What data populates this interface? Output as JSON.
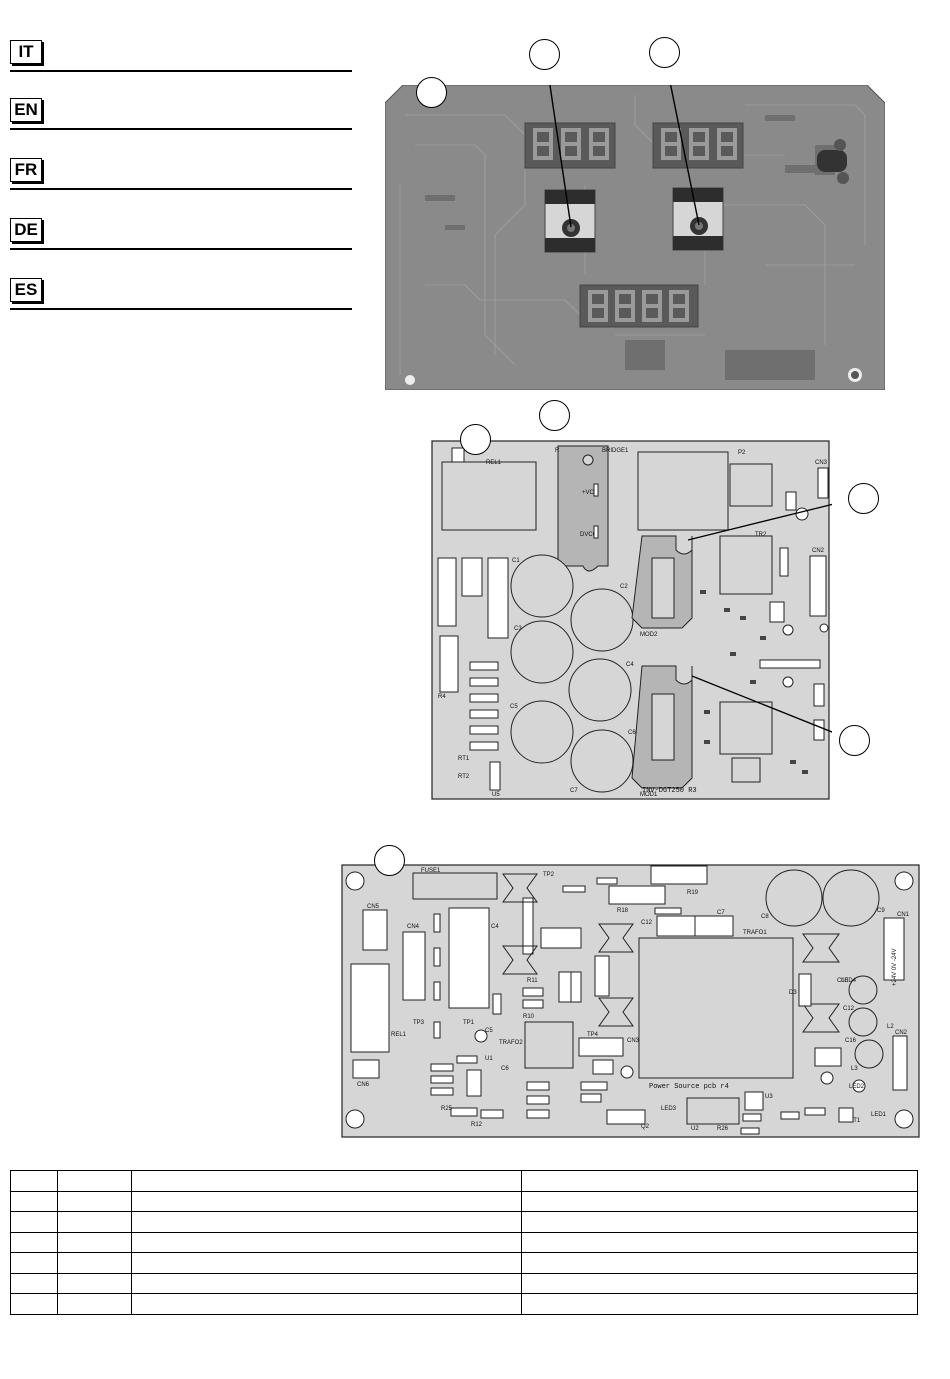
{
  "languages": [
    {
      "code": "IT"
    },
    {
      "code": "EN"
    },
    {
      "code": "FR"
    },
    {
      "code": "DE"
    },
    {
      "code": "ES"
    }
  ],
  "board2": {
    "labels": {
      "rel1": "REL1",
      "bridge": "BRIDGE1",
      "vcc": "+VCC",
      "dvcc": "DVCC",
      "p2": "P2",
      "cn3": "CN3",
      "cn2": "CN2",
      "mod2": "MOD2",
      "mod1": "MOD1",
      "model": "INV-DGT250 R3",
      "r": "R",
      "c1": "C1",
      "c2": "C2",
      "c3": "C3",
      "c4": "C4",
      "c5": "C5",
      "c6": "C6",
      "c7": "C7",
      "r4": "R4",
      "rt1": "RT1",
      "rt2": "RT2",
      "u5": "U5",
      "tr2": "TR2"
    }
  },
  "board3": {
    "labels": {
      "fuse": "FUSE1",
      "cn5": "CN5",
      "cn4": "CN4",
      "rel": "REL1",
      "cn6": "CN6",
      "tp1": "TP1",
      "tp2": "TP2",
      "tp3": "TP3",
      "tp4": "TP4",
      "trafo1": "TRAFO1",
      "trafo2": "TRAFO2",
      "r19": "R19",
      "r18": "R18",
      "c8": "C8",
      "c9": "C9",
      "cn1": "CN1",
      "cn2": "CN2",
      "cn3": "CN3",
      "c10": "C10",
      "c12": "C12",
      "c16": "C16",
      "l2": "L2",
      "l3": "L3",
      "d3": "D3",
      "u1": "U1",
      "u2": "U2",
      "u3": "U3",
      "q2": "Q2",
      "c7": "C7",
      "psu": "Power Source pcb r4",
      "volt": "+24V 0V -24V",
      "rt1": "RT1",
      "led1": "LED1",
      "led2": "LED2",
      "led3": "LED3",
      "led4": "LED4",
      "r26": "R26",
      "r25": "R25",
      "r12": "R12",
      "r10": "R10",
      "r11": "R11",
      "c4": "C4",
      "c6": "C6",
      "c5": "C5"
    }
  },
  "table": {
    "rows": [
      [
        "",
        "",
        "",
        ""
      ],
      [
        "",
        "",
        "",
        ""
      ],
      [
        "",
        "",
        "",
        ""
      ],
      [
        "",
        "",
        "",
        ""
      ],
      [
        "",
        "",
        "",
        ""
      ],
      [
        "",
        "",
        "",
        ""
      ],
      [
        "",
        "",
        "",
        ""
      ]
    ]
  }
}
